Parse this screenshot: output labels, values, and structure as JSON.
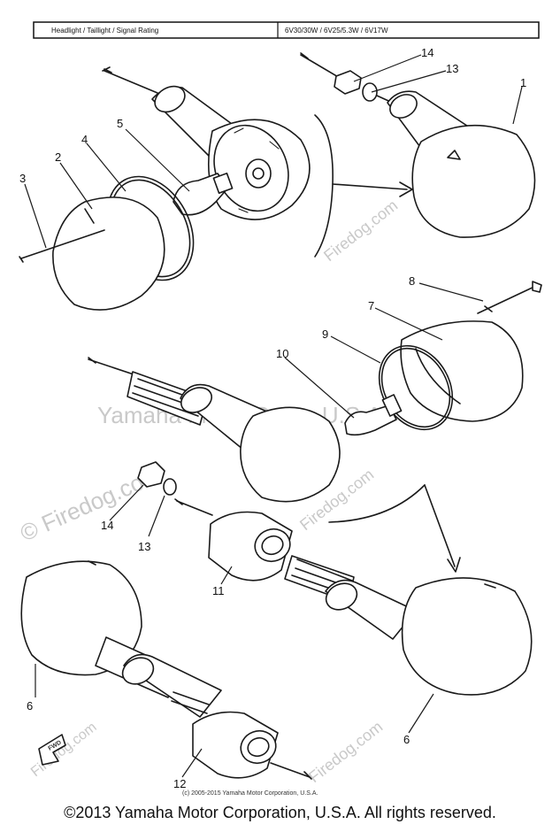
{
  "rating_table": {
    "label": "Headlight / Taillight / Signal Rating",
    "value": "6V30/30W / 6V25/5.3W / 6V17W"
  },
  "part_numbers": {
    "p1": "1",
    "p2": "2",
    "p3": "3",
    "p4": "4",
    "p5": "5",
    "p6a": "6",
    "p6b": "6",
    "p7": "7",
    "p8": "8",
    "p9": "9",
    "p10": "10",
    "p11": "11",
    "p12": "12",
    "p13a": "13",
    "p13b": "13",
    "p14a": "14",
    "p14b": "14"
  },
  "watermark": {
    "site": "© Firedog.com",
    "site_short": "Firedog.com",
    "corp": "Yamaha Motor Corp., U.S.A."
  },
  "fwd_label": "FWD",
  "small_copyright": "(c) 2005-2015 Yamaha Motor Corporation, U.S.A.",
  "footer_copyright": "©2013 Yamaha Motor Corporation, U.S.A. All rights reserved."
}
